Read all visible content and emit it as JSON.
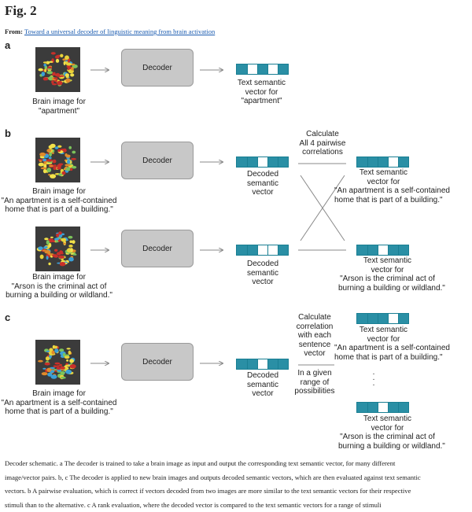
{
  "figure": {
    "title": "Fig. 2",
    "from_label": "From:",
    "from_link": "Toward a universal decoder of linguistic meaning from brain activation"
  },
  "colors": {
    "teal": "#2a8fa5",
    "decoder_fill": "#c8c8c8",
    "brain_bg": "#3b3b3b",
    "link": "#1a5bb0"
  },
  "panel_a": {
    "letter": "a",
    "decoder_label": "Decoder",
    "brain_label": [
      "Brain image for",
      "\"apartment\""
    ],
    "vector_label": [
      "Text semantic",
      "vector for",
      "\"apartment\""
    ],
    "vector_pattern": [
      1,
      0,
      1,
      0,
      1
    ]
  },
  "panel_b": {
    "letter": "b",
    "decoder_label": "Decoder",
    "brain1_label": [
      "Brain image for",
      "\"An apartment is a self-contained",
      "home that is part of a building.\""
    ],
    "brain2_label": [
      "Brain image for",
      "\"Arson is the criminal act of",
      "burning a building or wildland.\""
    ],
    "decoded_label": [
      "Decoded",
      "semantic",
      "vector"
    ],
    "calc_label": [
      "Calculate",
      "All 4 pairwise",
      "correlations"
    ],
    "text1_label": [
      "Text semantic",
      "vector for",
      "\"An apartment is a self-contained",
      "home that is part of a building.\""
    ],
    "text2_label": [
      "Text semantic",
      "vector for",
      "\"Arson is the criminal act of",
      "burning a building or wildland.\""
    ]
  },
  "panel_c": {
    "letter": "c",
    "decoder_label": "Decoder",
    "brain_label": [
      "Brain image for",
      "\"An apartment is a self-contained",
      "home that is part of a building.\""
    ],
    "decoded_label": [
      "Decoded",
      "semantic",
      "vector"
    ],
    "calc_label": [
      "Calculate",
      "correlation",
      "with each",
      "sentence",
      "vector"
    ],
    "range_label": [
      "In a given",
      "range of",
      "possibilities"
    ],
    "text1_label": [
      "Text semantic",
      "vector for",
      "\"An apartment is a self-contained",
      "home that is part of a building.\""
    ],
    "text2_label": [
      "Text semantic",
      "vector for",
      "\"Arson is the criminal act of",
      "burning a building or wildland.\""
    ],
    "ellipsis": ".\n.\n."
  },
  "caption": {
    "lines": [
      "Decoder schematic. a The decoder is trained to take a brain image as input and output the corresponding text semantic vector, for many different",
      "image/vector pairs. b, c The decoder is applied to new brain images and outputs decoded semantic vectors, which are then evaluated against text semantic",
      "vectors. b A pairwise evaluation, which is correct if vectors decoded from two images are more similar to the text semantic vectors for their respective",
      "stimuli than to the alternative. c A rank evaluation, where the decoded vector is compared to the text semantic vectors for a range of stimuli"
    ]
  }
}
